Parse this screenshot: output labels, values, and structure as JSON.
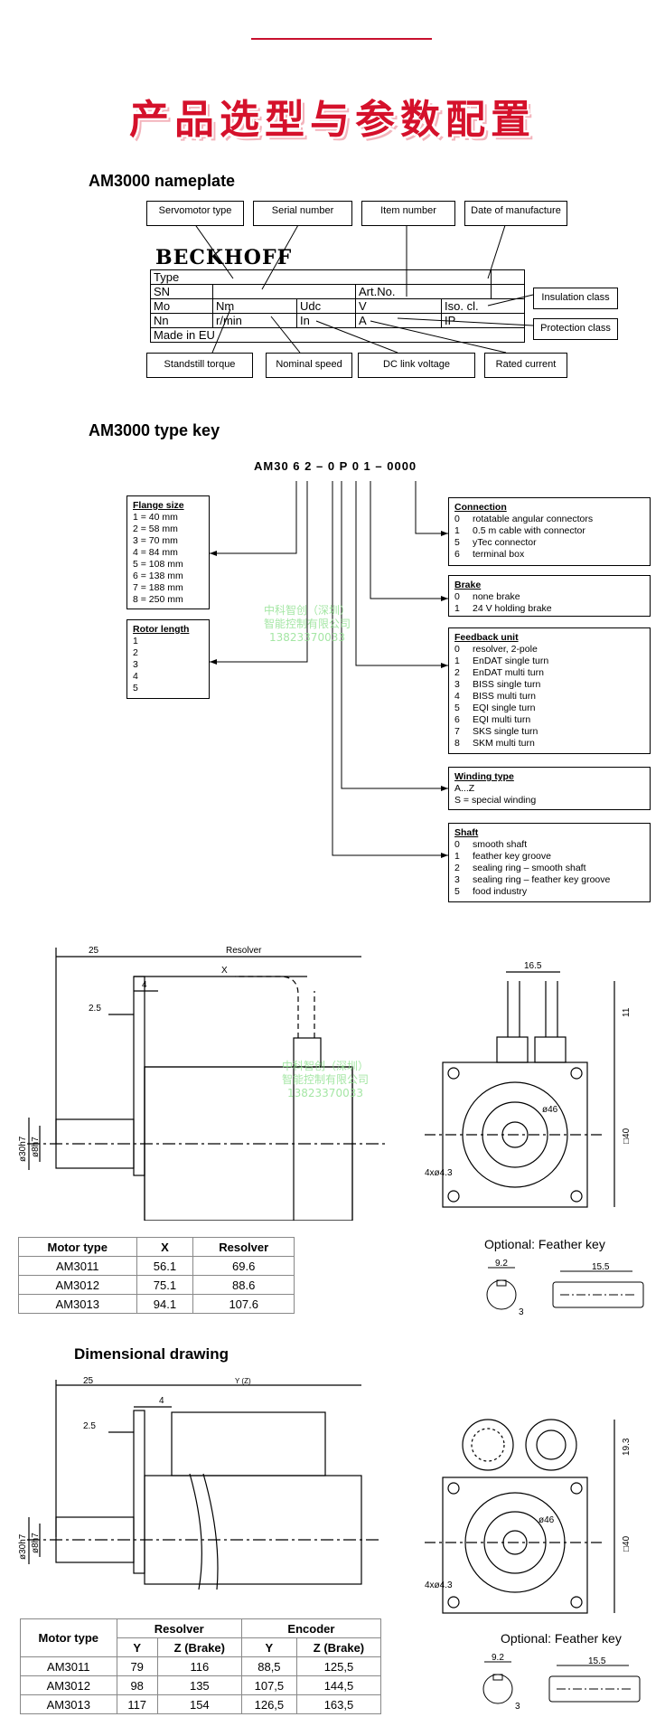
{
  "hero_title": "产品选型与参数配置",
  "nameplate": {
    "heading": "AM3000 nameplate",
    "brand": "BECKHOFF",
    "callouts_top": [
      "Servomotor type",
      "Serial number",
      "Item number",
      "Date of manufacture"
    ],
    "callouts_right": [
      "Insulation class",
      "Protection class"
    ],
    "callouts_bottom": [
      "Standstill torque",
      "Nominal speed",
      "DC link voltage",
      "Rated current"
    ],
    "rows": [
      [
        "Type"
      ],
      [
        "SN",
        "Art.No."
      ],
      [
        "Mo",
        "Nm",
        "Udc",
        "V",
        "Iso. cl."
      ],
      [
        "Nn",
        "r/min",
        "In",
        "A",
        "IP"
      ],
      [
        "Made in EU"
      ]
    ]
  },
  "typekey": {
    "heading": "AM3000 type key",
    "code": "AM30 6 2 – 0 P 0 1 – 0000",
    "flange": {
      "title": "Flange size",
      "items": [
        "1 = 40 mm",
        "2 = 58 mm",
        "3 = 70 mm",
        "4 = 84 mm",
        "5 = 108 mm",
        "6 = 138 mm",
        "7 = 188 mm",
        "8 = 250 mm"
      ]
    },
    "rotor": {
      "title": "Rotor length",
      "items": [
        "1",
        "2",
        "3",
        "4",
        "5"
      ]
    },
    "connection": {
      "title": "Connection",
      "items": [
        [
          "0",
          "rotatable angular connectors"
        ],
        [
          "1",
          "0.5 m cable with connector"
        ],
        [
          "5",
          "yTec connector"
        ],
        [
          "6",
          "terminal box"
        ]
      ]
    },
    "brake": {
      "title": "Brake",
      "items": [
        [
          "0",
          "none brake"
        ],
        [
          "1",
          "24 V holding brake"
        ]
      ]
    },
    "feedback": {
      "title": "Feedback unit",
      "items": [
        [
          "0",
          "resolver, 2-pole"
        ],
        [
          "1",
          "EnDAT single turn"
        ],
        [
          "2",
          "EnDAT multi turn"
        ],
        [
          "3",
          "BISS single turn"
        ],
        [
          "4",
          "BISS multi turn"
        ],
        [
          "5",
          "EQI single turn"
        ],
        [
          "6",
          "EQI multi turn"
        ],
        [
          "7",
          "SKS single turn"
        ],
        [
          "8",
          "SKM multi turn"
        ]
      ]
    },
    "winding": {
      "title": "Winding type",
      "items": [
        "A...Z",
        "S = special winding"
      ]
    },
    "shaft": {
      "title": "Shaft",
      "items": [
        [
          "0",
          "smooth shaft"
        ],
        [
          "1",
          "feather key groove"
        ],
        [
          "2",
          "sealing ring – smooth shaft"
        ],
        [
          "3",
          "sealing ring – feather key groove"
        ],
        [
          "5",
          "food industry"
        ]
      ]
    }
  },
  "watermark": [
    "中科智创（深圳）",
    "智能控制有限公司",
    "13823370033"
  ],
  "drawing1": {
    "dims": {
      "d25": "25",
      "resolver": "Resolver",
      "x": "X",
      "d4": "4",
      "d25b": "2.5",
      "d30": "ø30h7",
      "d8": "ø8h7",
      "d165": "16.5",
      "d11": "11",
      "d46": "ø46",
      "d40": "□40",
      "holes": "4xø4.3"
    },
    "optional": "Optional: Feather key",
    "key_dims": {
      "a": "9.2",
      "b": "15.5",
      "c": "3"
    },
    "table": {
      "headers": [
        "Motor type",
        "X",
        "Resolver"
      ],
      "rows": [
        [
          "AM3011",
          "56.1",
          "69.6"
        ],
        [
          "AM3012",
          "75.1",
          "88.6"
        ],
        [
          "AM3013",
          "94.1",
          "107.6"
        ]
      ]
    }
  },
  "drawing2": {
    "heading": "Dimensional drawing",
    "dims": {
      "d25": "25",
      "y": "Y (Z)",
      "d4": "4",
      "d25b": "2.5",
      "d30": "ø30h7",
      "d8": "ø8h7",
      "d193": "19.3",
      "d46": "ø46",
      "d40": "□40",
      "holes": "4xø4.3"
    },
    "optional": "Optional: Feather key",
    "key_dims": {
      "a": "9.2",
      "b": "15.5",
      "c": "3"
    },
    "table": {
      "h_motor": "Motor type",
      "h_resolver": "Resolver",
      "h_encoder": "Encoder",
      "sub": [
        "Y",
        "Z (Brake)",
        "Y",
        "Z (Brake)"
      ],
      "rows": [
        [
          "AM3011",
          "79",
          "116",
          "88,5",
          "125,5"
        ],
        [
          "AM3012",
          "98",
          "135",
          "107,5",
          "144,5"
        ],
        [
          "AM3013",
          "117",
          "154",
          "126,5",
          "163,5"
        ]
      ]
    }
  }
}
